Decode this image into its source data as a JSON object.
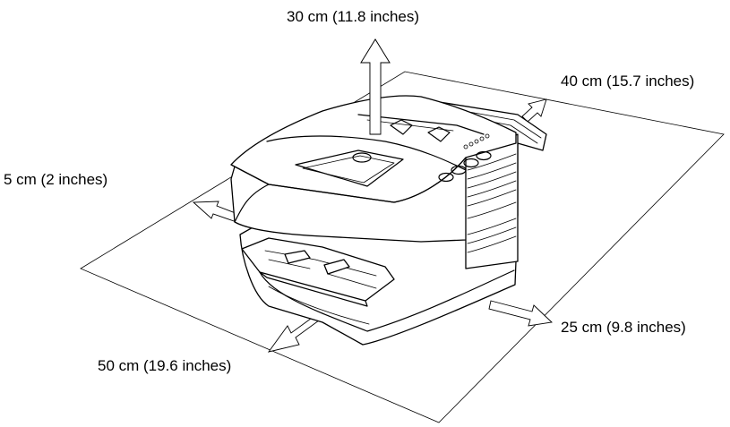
{
  "clearances": {
    "top": "30 cm (11.8 inches)",
    "rear": "40 cm (15.7 inches)",
    "left": "5 cm (2 inches)",
    "front": "50 cm (19.6 inches)",
    "right": "25 cm (9.8 inches)"
  },
  "icons": {
    "arrow_style": "outlined-block-arrow",
    "printer": "laser-printer-illustration"
  },
  "colors": {
    "line": "#000000",
    "background": "#ffffff"
  }
}
